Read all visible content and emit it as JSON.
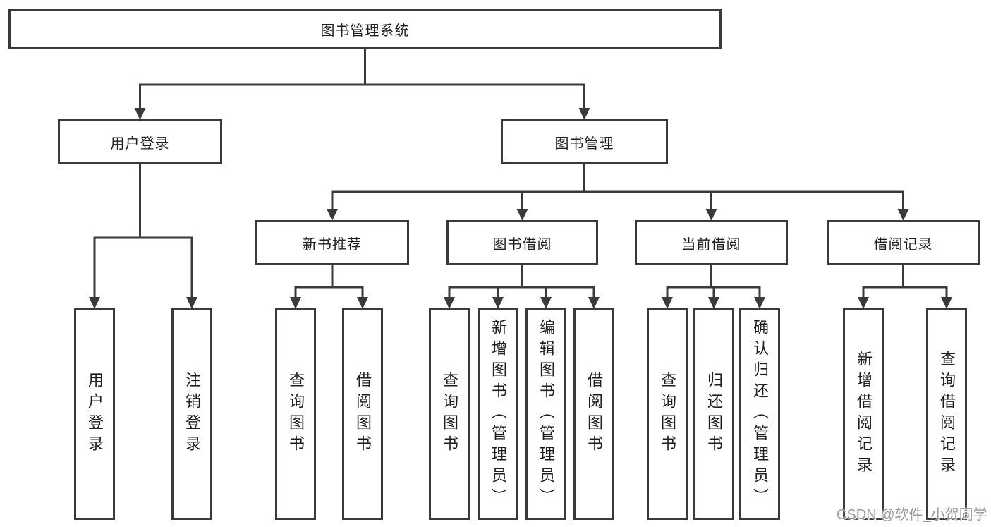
{
  "diagram": {
    "title": "图书管理系统",
    "type": "hierarchy-structure-chart",
    "colors": {
      "line": "#3a3a3a",
      "box_border": "#3a3a3a",
      "box_fill": "#ffffff",
      "text": "#1e1e1e",
      "background": "#ffffff",
      "watermark": "#9a9a9a"
    },
    "nodes": {
      "root": {
        "label": "图书管理系统"
      },
      "user_login_group": {
        "label": "用户登录"
      },
      "book_mgmt": {
        "label": "图书管理"
      },
      "user_login": {
        "label": "用户登录"
      },
      "logout": {
        "label": "注销登录"
      },
      "new_book_rec": {
        "label": "新书推荐"
      },
      "book_borrow": {
        "label": "图书借阅"
      },
      "current_borrow": {
        "label": "当前借阅"
      },
      "borrow_records": {
        "label": "借阅记录"
      },
      "rec_query_book": {
        "label": "查询图书"
      },
      "rec_borrow_book": {
        "label": "借阅图书"
      },
      "bb_query_book": {
        "label": "查询图书"
      },
      "bb_add_book": {
        "label": "新增图书（管理员）"
      },
      "bb_edit_book": {
        "label": "编辑图书（管理员）"
      },
      "bb_borrow_book": {
        "label": "借阅图书"
      },
      "cb_query_book": {
        "label": "查询图书"
      },
      "cb_return_book": {
        "label": "归还图书"
      },
      "cb_confirm_return": {
        "label": "确认归还（管理员）"
      },
      "br_add_record": {
        "label": "新增借阅记录"
      },
      "br_query_record": {
        "label": "查询借阅记录"
      }
    },
    "structure": {
      "root": {
        "user_login_group": [
          "user_login",
          "logout"
        ],
        "book_mgmt": {
          "new_book_rec": [
            "rec_query_book",
            "rec_borrow_book"
          ],
          "book_borrow": [
            "bb_query_book",
            "bb_add_book",
            "bb_edit_book",
            "bb_borrow_book"
          ],
          "current_borrow": [
            "cb_query_book",
            "cb_return_book",
            "cb_confirm_return"
          ],
          "borrow_records": [
            "br_add_record",
            "br_query_record"
          ]
        }
      }
    },
    "watermark": "CSDN @软件_小贺同学"
  }
}
